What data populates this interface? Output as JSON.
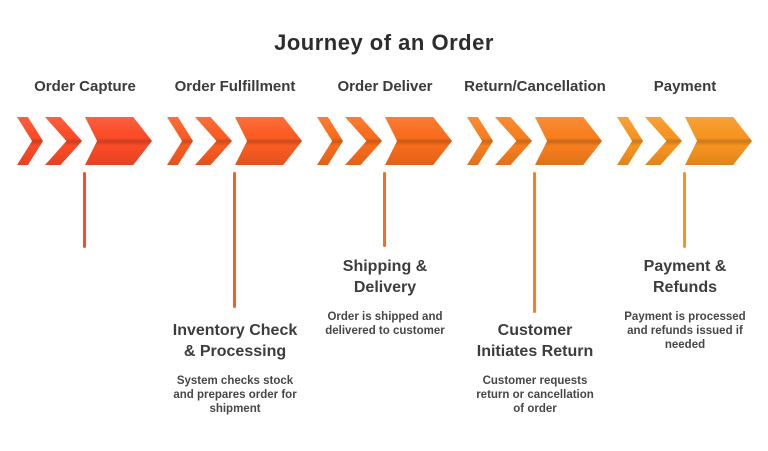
{
  "title": "Journey of an Order",
  "colors": {
    "background": "#ffffff",
    "title_text": "#2d2d2d",
    "label_text": "#3b3b3b",
    "callout_title_text": "#3d3d3d",
    "callout_desc_text": "#474747"
  },
  "stages": [
    {
      "label": "Order Capture",
      "color": "#fb4b27",
      "callout": null
    },
    {
      "label": "Order Fulfillment",
      "color": "#fa5c22",
      "callout": {
        "title": "Inventory Check\n& Processing",
        "desc": "System checks stock\nand prepares order for\nshipment"
      }
    },
    {
      "label": "Order Deliver",
      "color": "#f96c1b",
      "callout": {
        "title": "Shipping &\nDelivery",
        "desc": "Order is shipped and\ndelivered to customer"
      }
    },
    {
      "label": "Return/Cancellation",
      "color": "#f87e1e",
      "callout": {
        "title": "Customer\nInitiates Return",
        "desc": "Customer requests\nreturn or cancellation\nof order"
      }
    },
    {
      "label": "Payment",
      "color": "#f79420",
      "callout": {
        "title": "Payment &\nRefunds",
        "desc": "Payment is processed\nand refunds issued if\nneeded"
      }
    }
  ]
}
